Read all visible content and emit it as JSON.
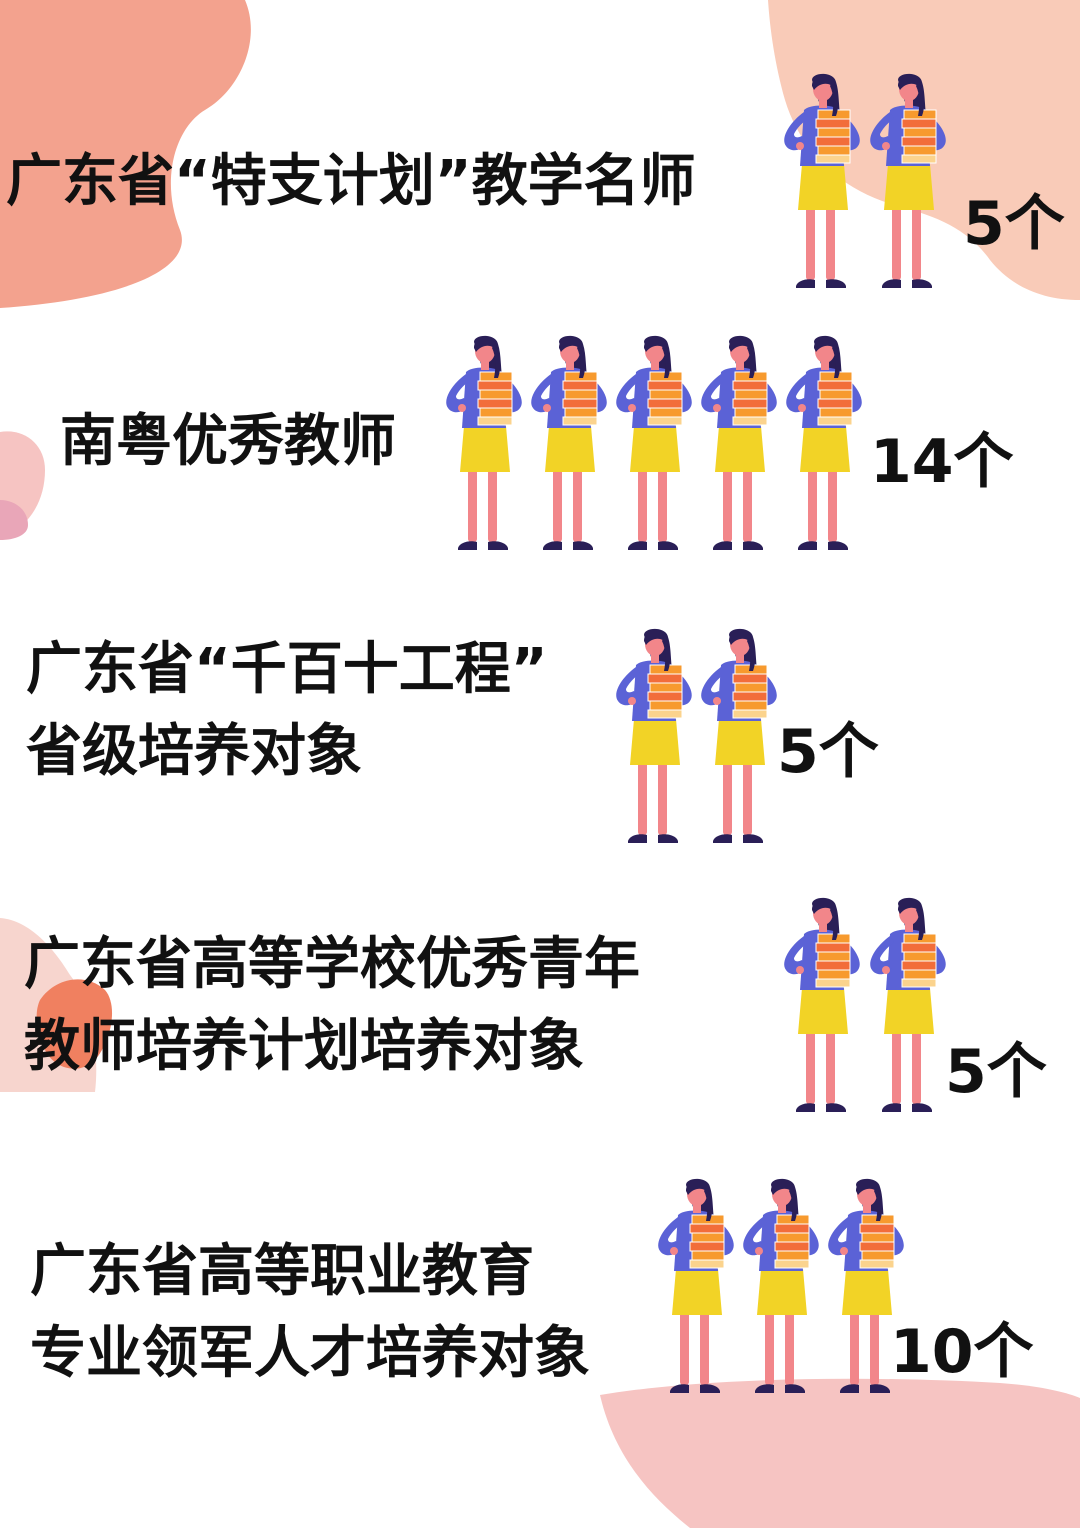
{
  "colors": {
    "salmon": "#f3a28e",
    "peach": "#f9cbb8",
    "pink": "#f6c4c2",
    "orange": "#f08060",
    "shirt": "#5b62d6",
    "skirt": "#f2d326",
    "skin": "#f2868a",
    "hair": "#2a1f57",
    "books": "#f79a2e"
  },
  "icon": "teacher-with-books-icon",
  "rows": [
    {
      "lines": [
        "广东省“特支计划”教学名师"
      ],
      "count": "5个",
      "figures": 2
    },
    {
      "lines": [
        "南粤优秀教师"
      ],
      "count": "14个",
      "figures": 5
    },
    {
      "lines": [
        "广东省“千百十工程”",
        "省级培养对象"
      ],
      "count": "5个",
      "figures": 2
    },
    {
      "lines": [
        "广东省高等学校优秀青年",
        "教师培养计划培养对象"
      ],
      "count": "5个",
      "figures": 2
    },
    {
      "lines": [
        "广东省高等职业教育",
        "专业领军人才培养对象"
      ],
      "count": "10个",
      "figures": 3
    }
  ]
}
